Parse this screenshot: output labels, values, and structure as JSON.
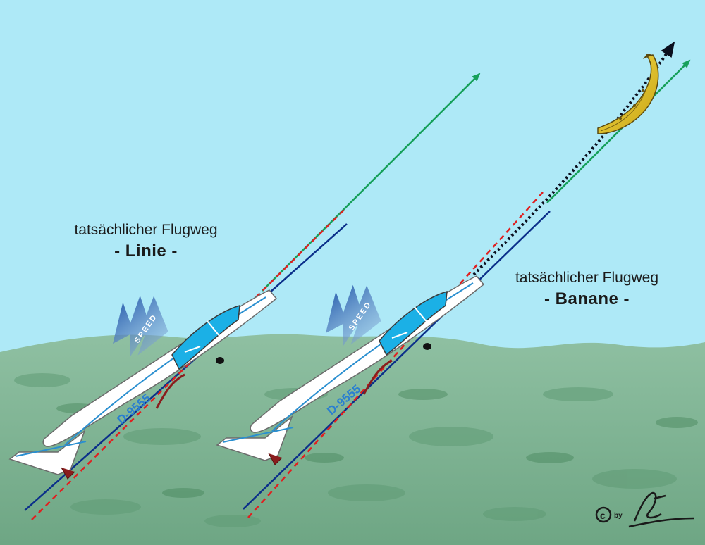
{
  "left_panel": {
    "caption": "tatsächlicher Flugweg",
    "title": "- Linie -",
    "speed_label": "SPEED",
    "registration": "D-9555"
  },
  "right_panel": {
    "caption": "tatsächlicher Flugweg",
    "title": "- Banane -",
    "speed_label": "SPEED",
    "registration": "D-9555"
  },
  "copyright": {
    "symbol": "©",
    "by": "by"
  },
  "colors": {
    "sky": "#aee9f7",
    "ground": "#7fb08f",
    "flight_path_green": "#16a05a",
    "axis_blue": "#0b2f8a",
    "reference_red": "#e02020",
    "speed_arrow": "#3a6fb5",
    "canopy": "#1bb0e6",
    "banana": "#e8c92c"
  },
  "icons": [
    "green-flight-path-arrow",
    "dotted-banana-path-arrow",
    "speed-arrow-icon",
    "glider-icon",
    "banana-icon",
    "signature-logo"
  ]
}
